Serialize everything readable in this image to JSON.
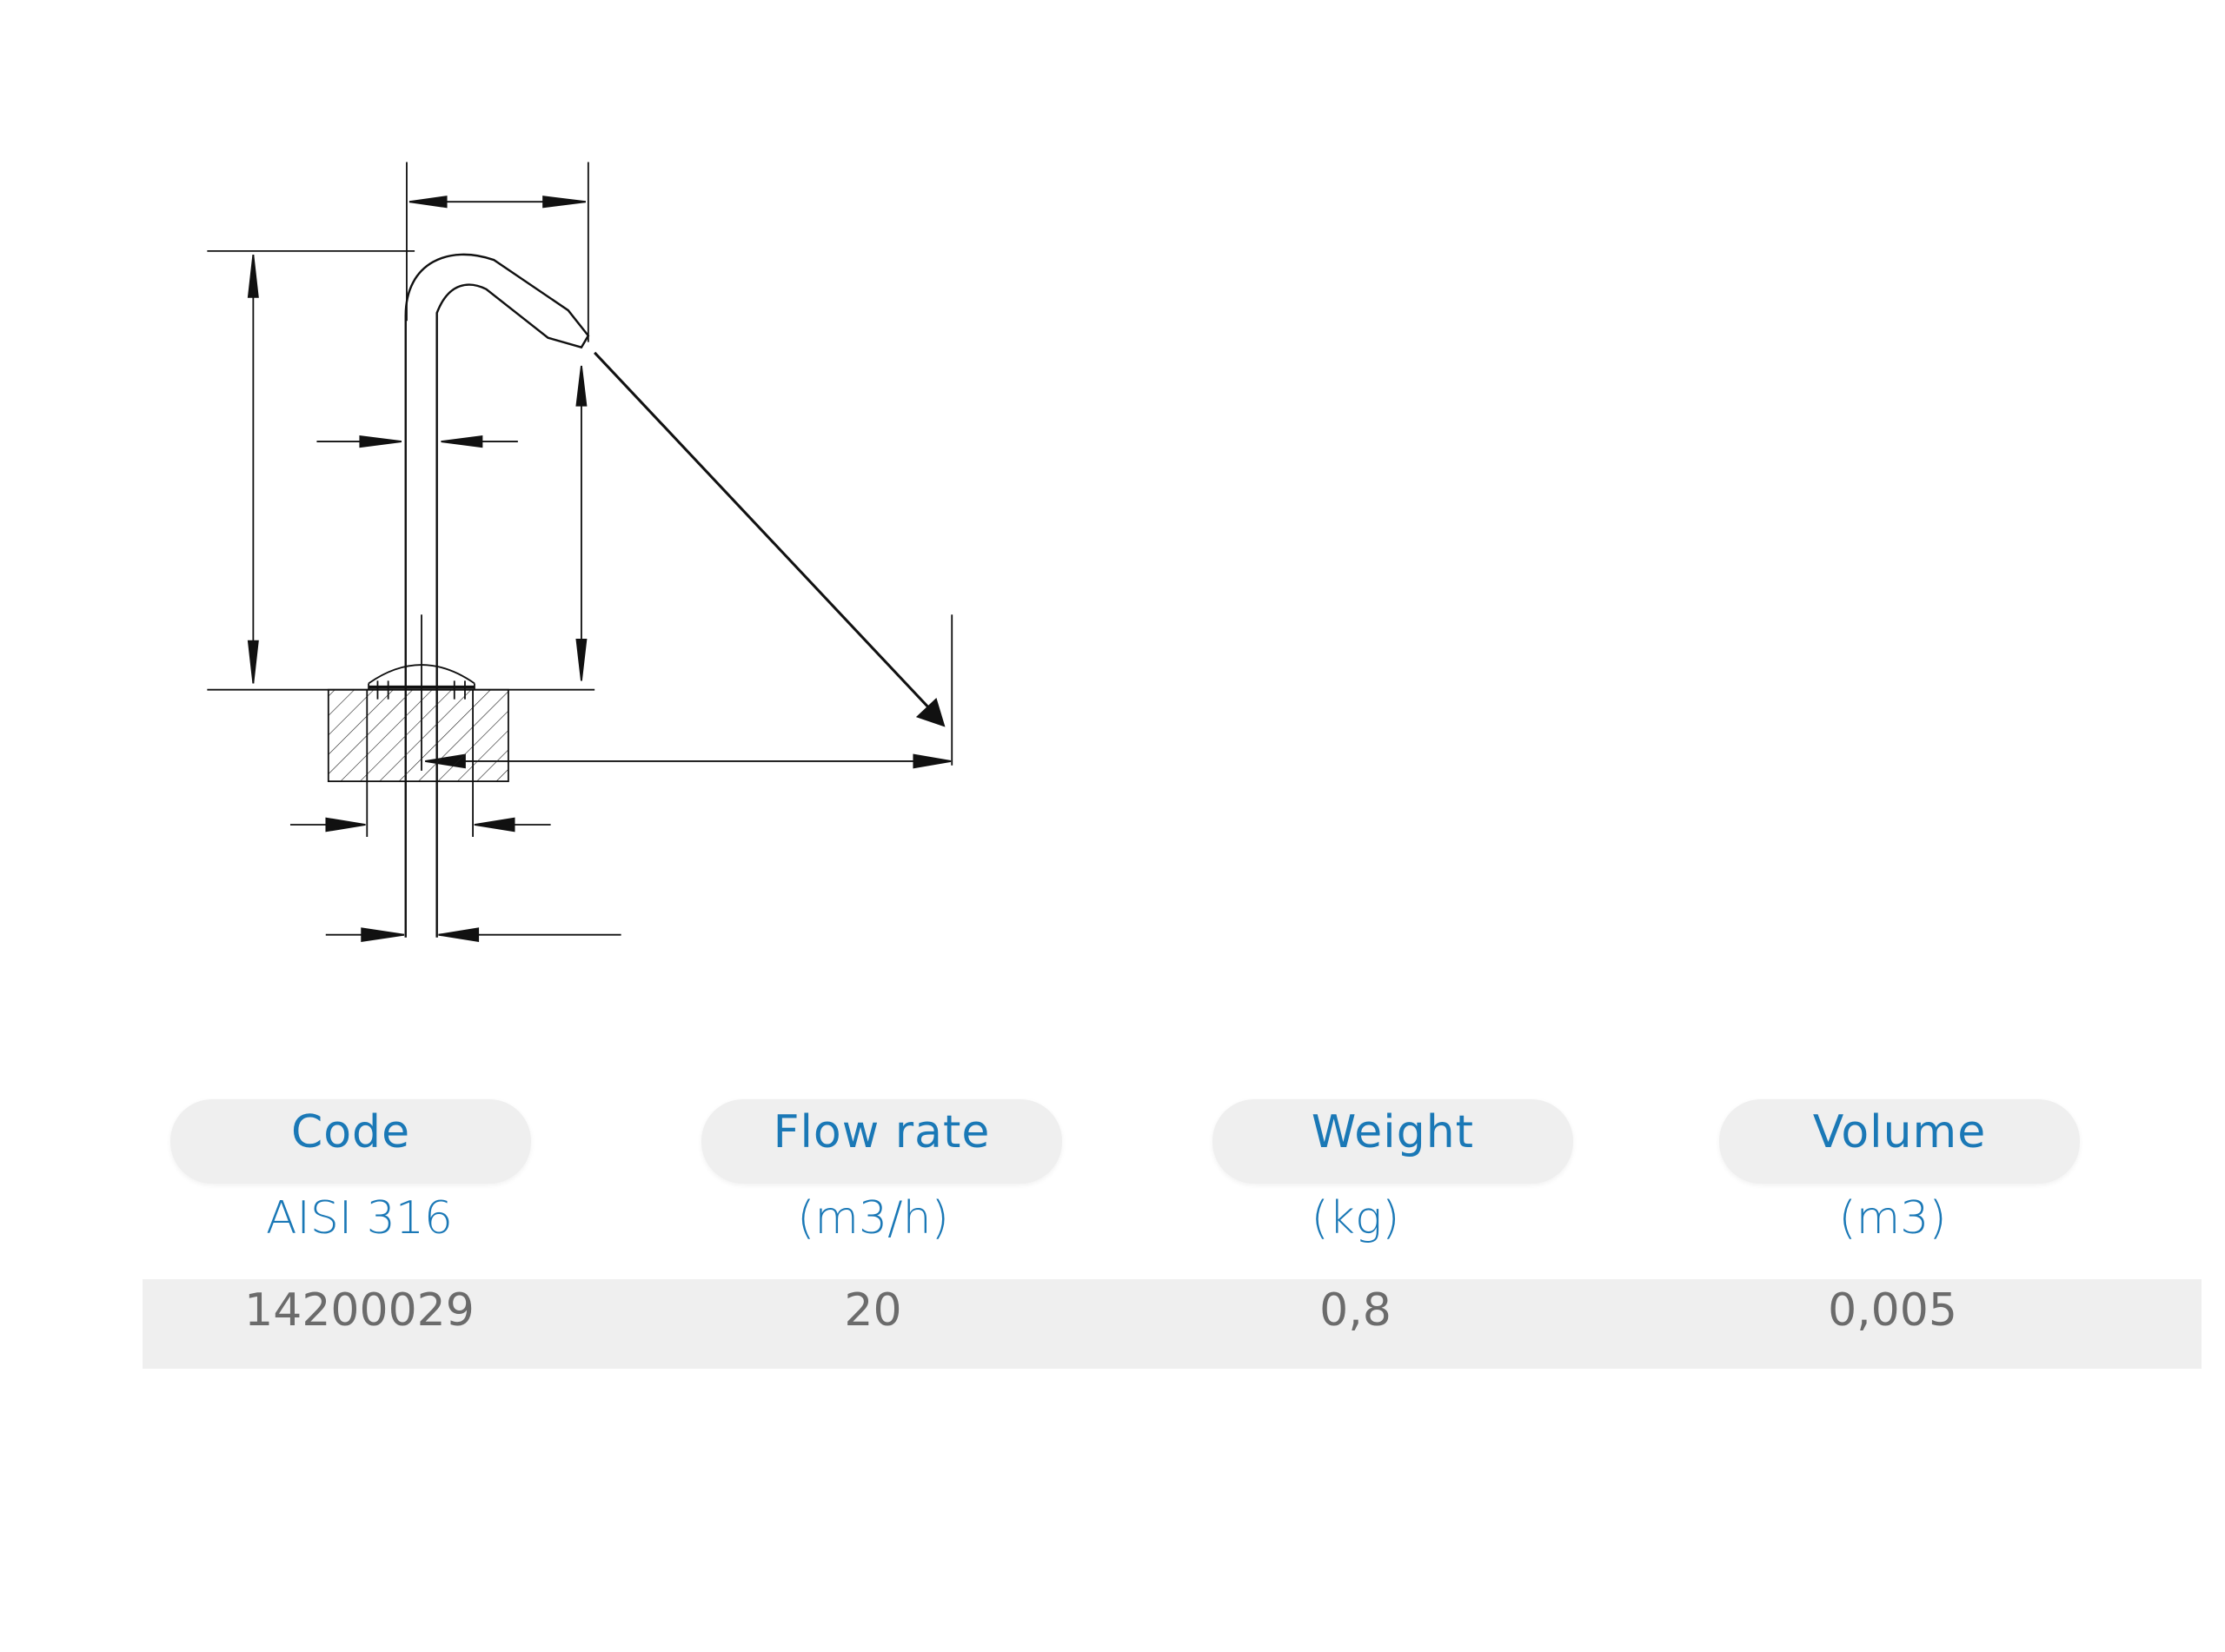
{
  "table": {
    "headers": [
      "Code",
      "Flow rate",
      "Weight",
      "Volume"
    ],
    "units": [
      "AISI 316",
      "(m3/h)",
      "(kg)",
      "(m3)"
    ],
    "rows": [
      [
        "14200029",
        "20",
        "0,8",
        "0,005"
      ]
    ]
  },
  "colors": {
    "header_text": "#1a78b6",
    "value_text": "#6b6b6b",
    "pill_bg": "#efefef"
  }
}
